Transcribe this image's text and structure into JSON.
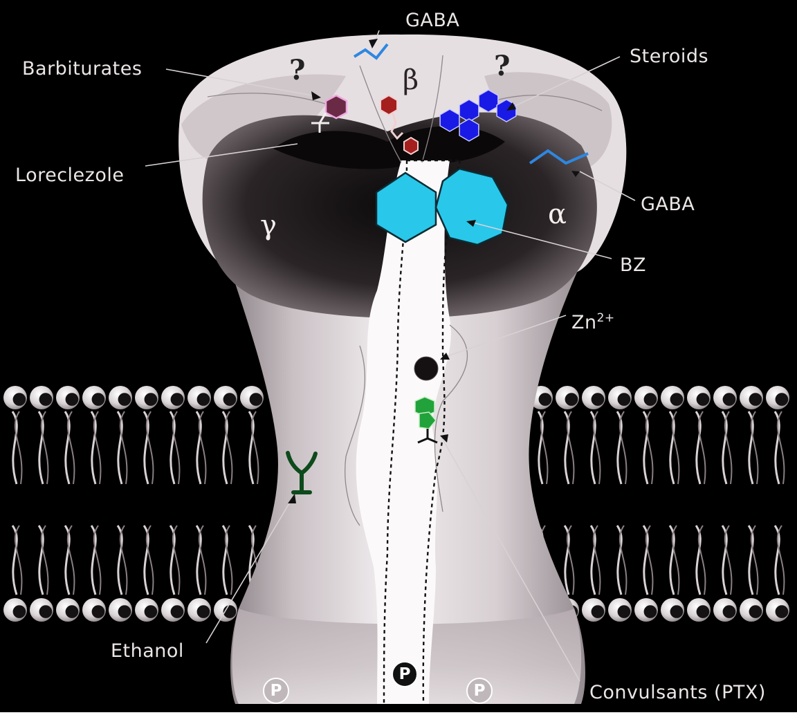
{
  "labels": {
    "gaba_top": "GABA",
    "barbiturates": "Barbiturates",
    "steroids": "Steroids",
    "loreclezole": "Loreclezole",
    "gaba_right": "GABA",
    "bz": "BZ",
    "zinc": "Zn",
    "zinc_charge": "2+",
    "ethanol": "Ethanol",
    "convulsants": "Convulsants (PTX)"
  },
  "subunits": {
    "beta": "β",
    "gamma": "γ",
    "alpha": "α"
  },
  "question_marks": {
    "left": "?",
    "right": "?"
  },
  "phosphorylation": {
    "symbol": "P"
  },
  "colors": {
    "background": "#000000",
    "receptor": "#dcd3d6",
    "benzodiazepine": "#29c7ea",
    "steroid": "#1a1ae6",
    "barbiturate": "#6a2a46",
    "gaba": "#2f87e0",
    "loreclezole_chain": "#a51f1f",
    "convulsant": "#22a23a",
    "ethanol": "#0d4a1c"
  }
}
